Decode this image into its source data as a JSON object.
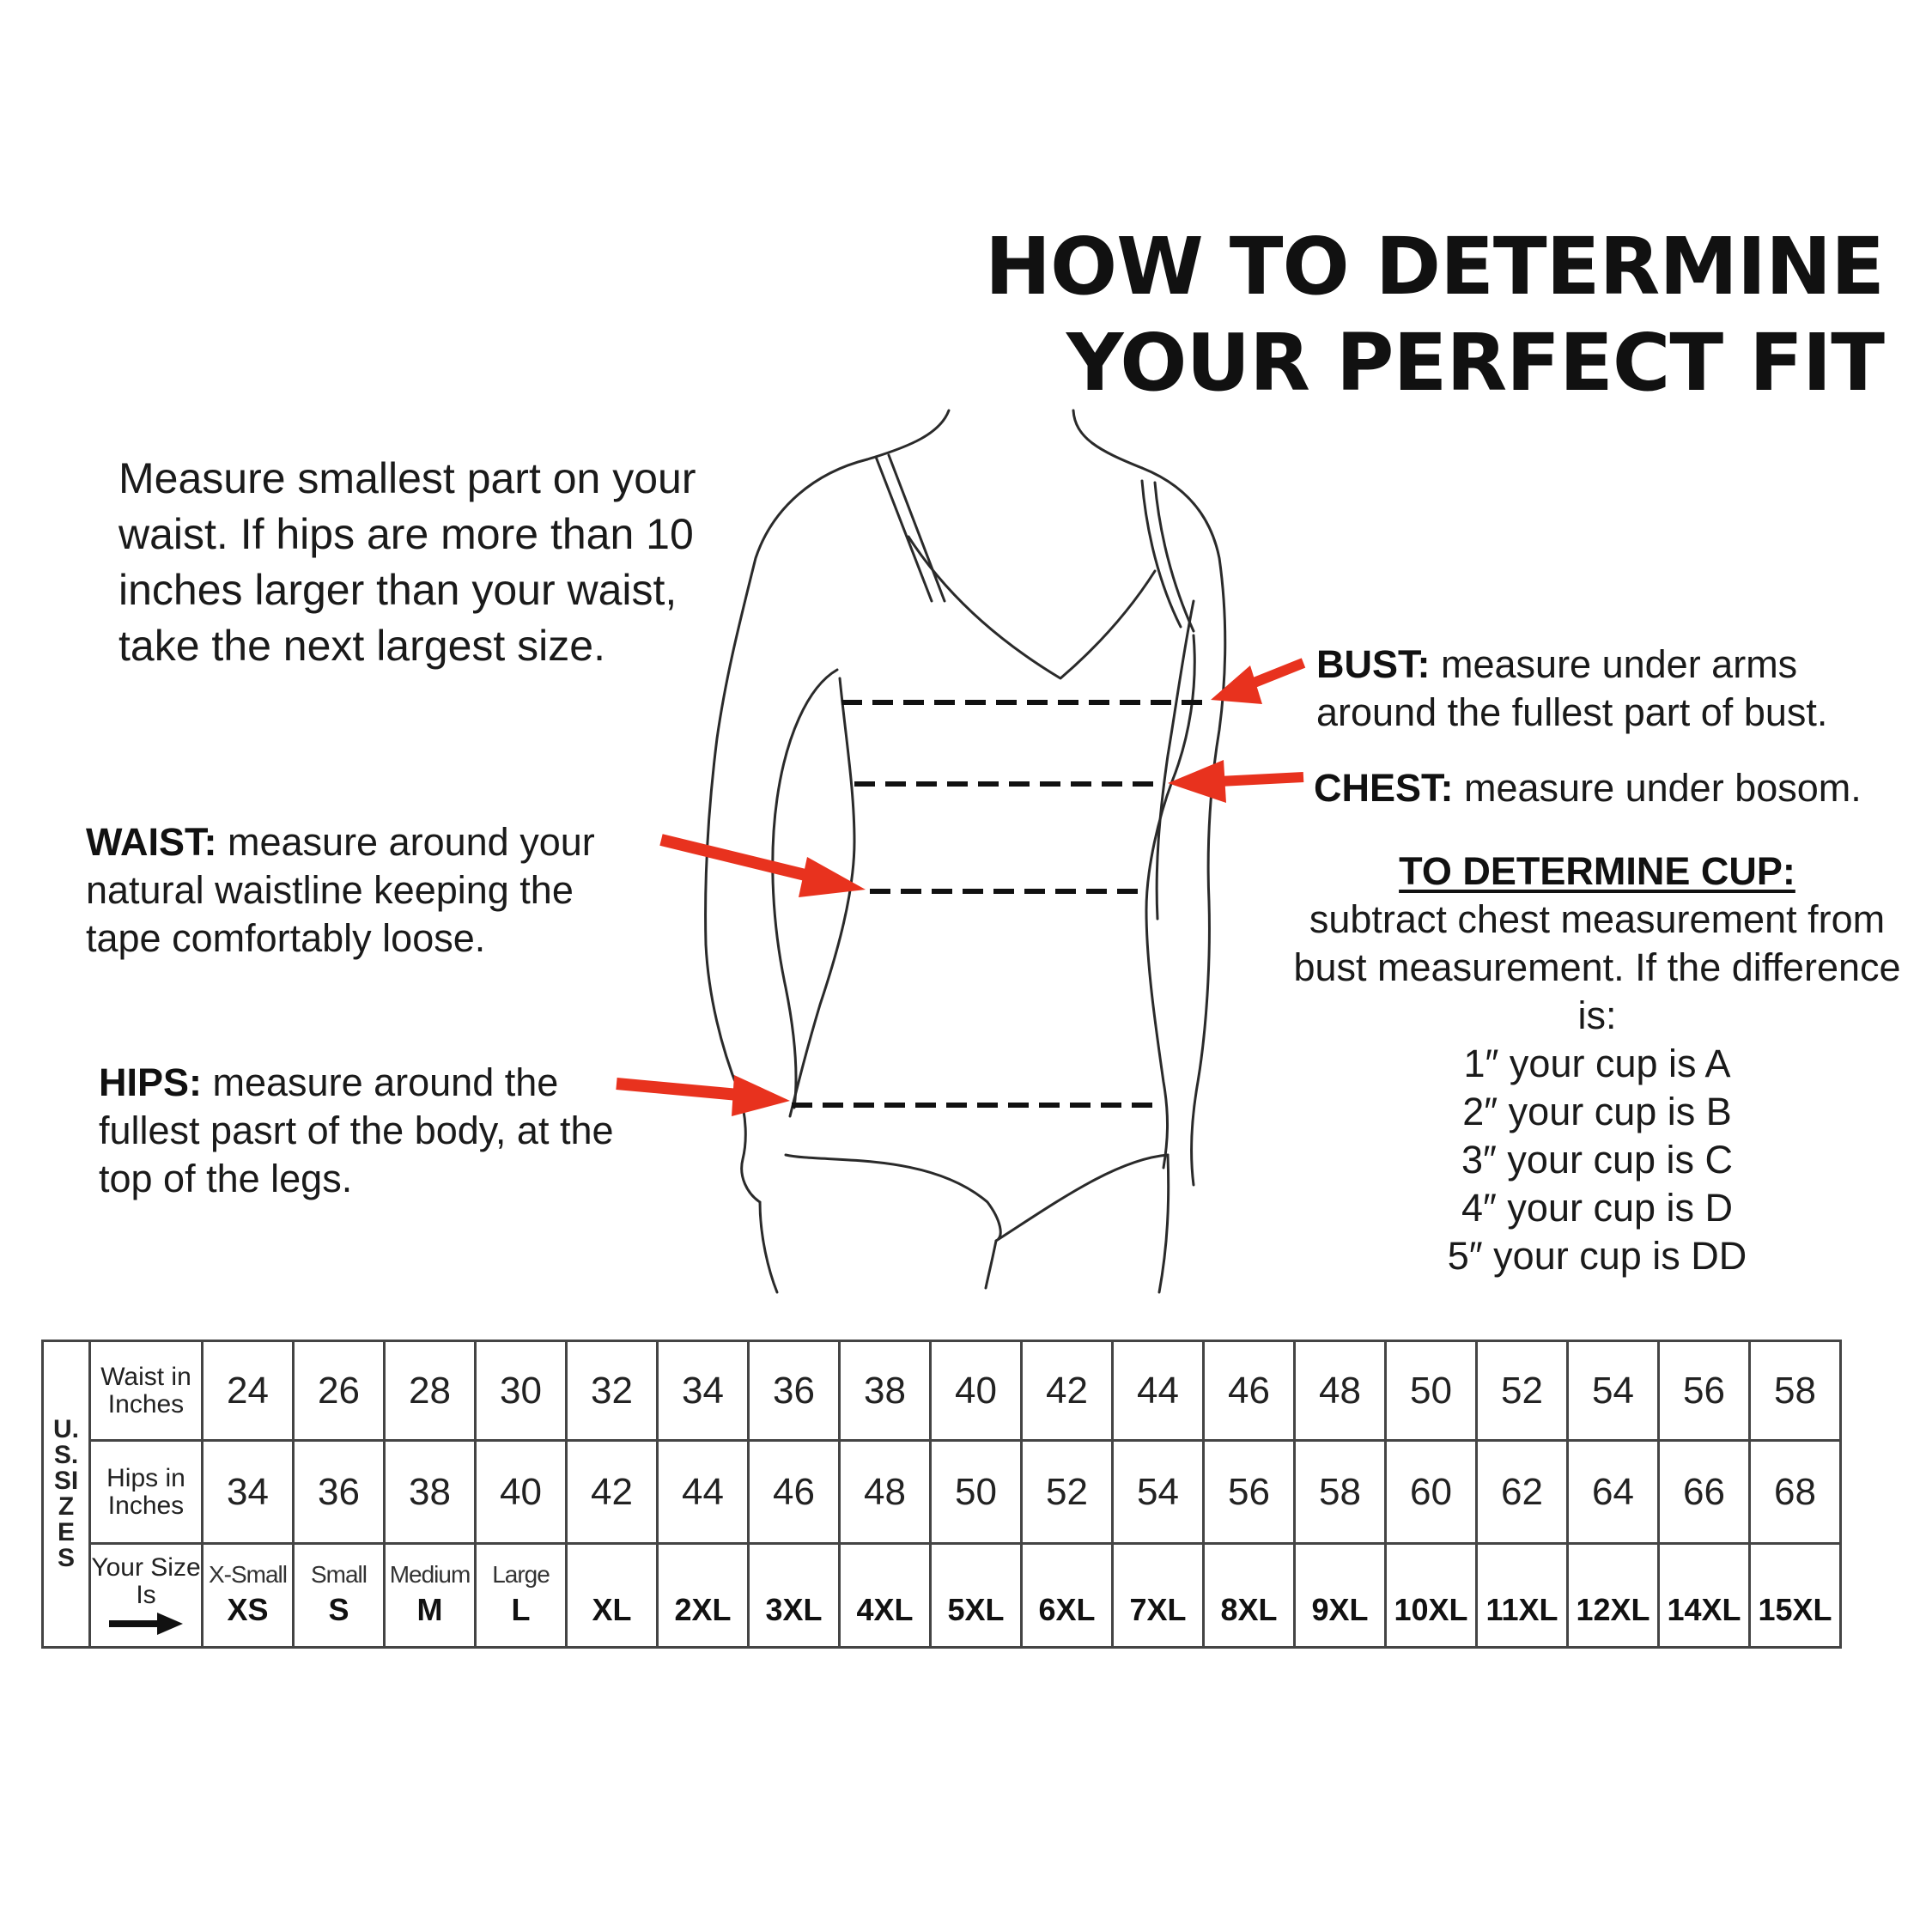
{
  "title": {
    "line1": "HOW TO DETERMINE",
    "line2": "YOUR PERFECT FIT"
  },
  "note": "Measure smallest part on your waist. If hips are more than 10 inches larger than your waist, take the next largest size.",
  "bust": {
    "term": "BUST:",
    "text": " measure under arms around the fullest part of bust."
  },
  "chest": {
    "term": "CHEST:",
    "text": " measure under bosom."
  },
  "waist": {
    "term": "WAIST:",
    "text": " measure around your natural waistline keeping the tape comfortably loose."
  },
  "hips": {
    "term": "HIPS:",
    "text": " measure around the fullest pasrt of the body, at the top of the legs."
  },
  "cup": {
    "title": "TO DETERMINE CUP:",
    "intro": "subtract chest measurement from bust measurement. If the difference is:",
    "rules": [
      "1″ your cup is A",
      "2″ your cup is B",
      "3″ your cup is C",
      "4″ your cup is D",
      "5″ your cup is DD"
    ]
  },
  "table": {
    "side_label": "U.S. SIZES",
    "waist_header": "Waist in Inches",
    "hips_header": "Hips in Inches",
    "size_header": "Your Size Is",
    "waist": [
      "24",
      "26",
      "28",
      "30",
      "32",
      "34",
      "36",
      "38",
      "40",
      "42",
      "44",
      "46",
      "48",
      "50",
      "52",
      "54",
      "56",
      "58"
    ],
    "hips": [
      "34",
      "36",
      "38",
      "40",
      "42",
      "44",
      "46",
      "48",
      "50",
      "52",
      "54",
      "56",
      "58",
      "60",
      "62",
      "64",
      "66",
      "68"
    ],
    "size_names": [
      "X-Small",
      "Small",
      "Medium",
      "Large",
      "",
      "",
      "",
      "",
      "",
      "",
      "",
      "",
      "",
      "",
      "",
      "",
      "",
      ""
    ],
    "sizes": [
      "XS",
      "S",
      "M",
      "L",
      "XL",
      "2XL",
      "3XL",
      "4XL",
      "5XL",
      "6XL",
      "7XL",
      "8XL",
      "9XL",
      "10XL",
      "11XL",
      "12XL",
      "14XL",
      "15XL"
    ]
  },
  "colors": {
    "arrow": "#e8321e",
    "ink": "#111111",
    "grid": "#444444"
  },
  "icons": [
    "arrow-right-icon",
    "red-pointer-arrow-icon"
  ]
}
